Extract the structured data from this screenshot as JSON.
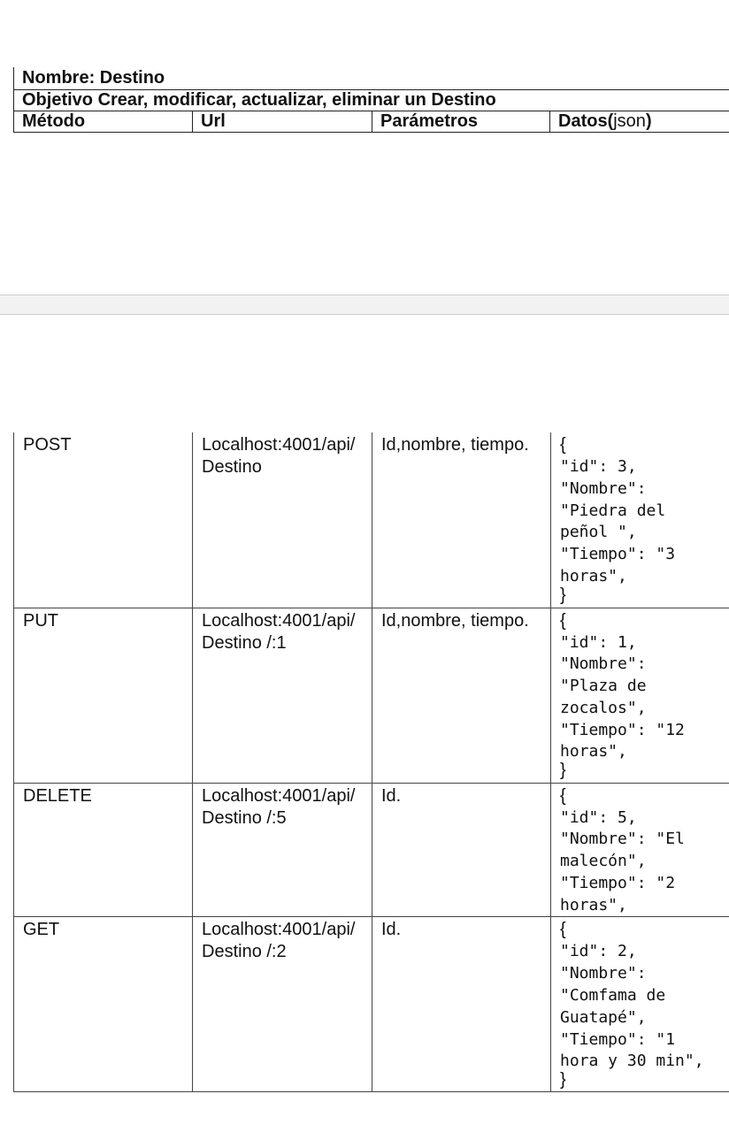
{
  "header": {
    "title": "Nombre: Destino",
    "objective": "Objetivo Crear, modificar, actualizar, eliminar un Destino",
    "columns": {
      "method": "Método",
      "url": "Url",
      "params": "Parámetros",
      "data_prefix": "Datos(",
      "data_json": "json",
      "data_suffix": ")"
    }
  },
  "rows": [
    {
      "method": "POST",
      "url_line1": "Localhost:4001/api/",
      "url_line2": "Destino",
      "params": "Id,nombre, tiempo.",
      "json_open": "{",
      "json_lines": [
        "\"id\": 3,",
        "\"Nombre\":",
        "\"Piedra del",
        "peñol \",",
        "\"Tiempo\": \"3",
        "horas\","
      ],
      "json_close": "}"
    },
    {
      "method": "PUT",
      "url_line1": "Localhost:4001/api/",
      "url_line2": "Destino /:1",
      "params": "Id,nombre, tiempo.",
      "json_open": "{",
      "json_lines": [
        "\"id\": 1,",
        "\"Nombre\":",
        "\"Plaza de",
        "zocalos\",",
        "\"Tiempo\": \"12",
        "horas\","
      ],
      "json_close": "}"
    },
    {
      "method": "DELETE",
      "url_line1": "Localhost:4001/api/",
      "url_line2": "Destino /:5",
      "params": "Id.",
      "json_open": "{",
      "json_lines": [
        "\"id\": 5,",
        "\"Nombre\": \"El",
        "malecón\",",
        "\"Tiempo\": \"2",
        "horas\","
      ],
      "json_close": ""
    },
    {
      "method": "GET",
      "url_line1": "Localhost:4001/api/",
      "url_line2": "Destino /:2",
      "params": "Id.",
      "json_open": "{",
      "json_lines": [
        "\"id\": 2,",
        "\"Nombre\":",
        "\"Comfama de",
        "Guatapé\",",
        "\"Tiempo\": \"1",
        "hora y 30 min\","
      ],
      "json_close": "}"
    }
  ]
}
